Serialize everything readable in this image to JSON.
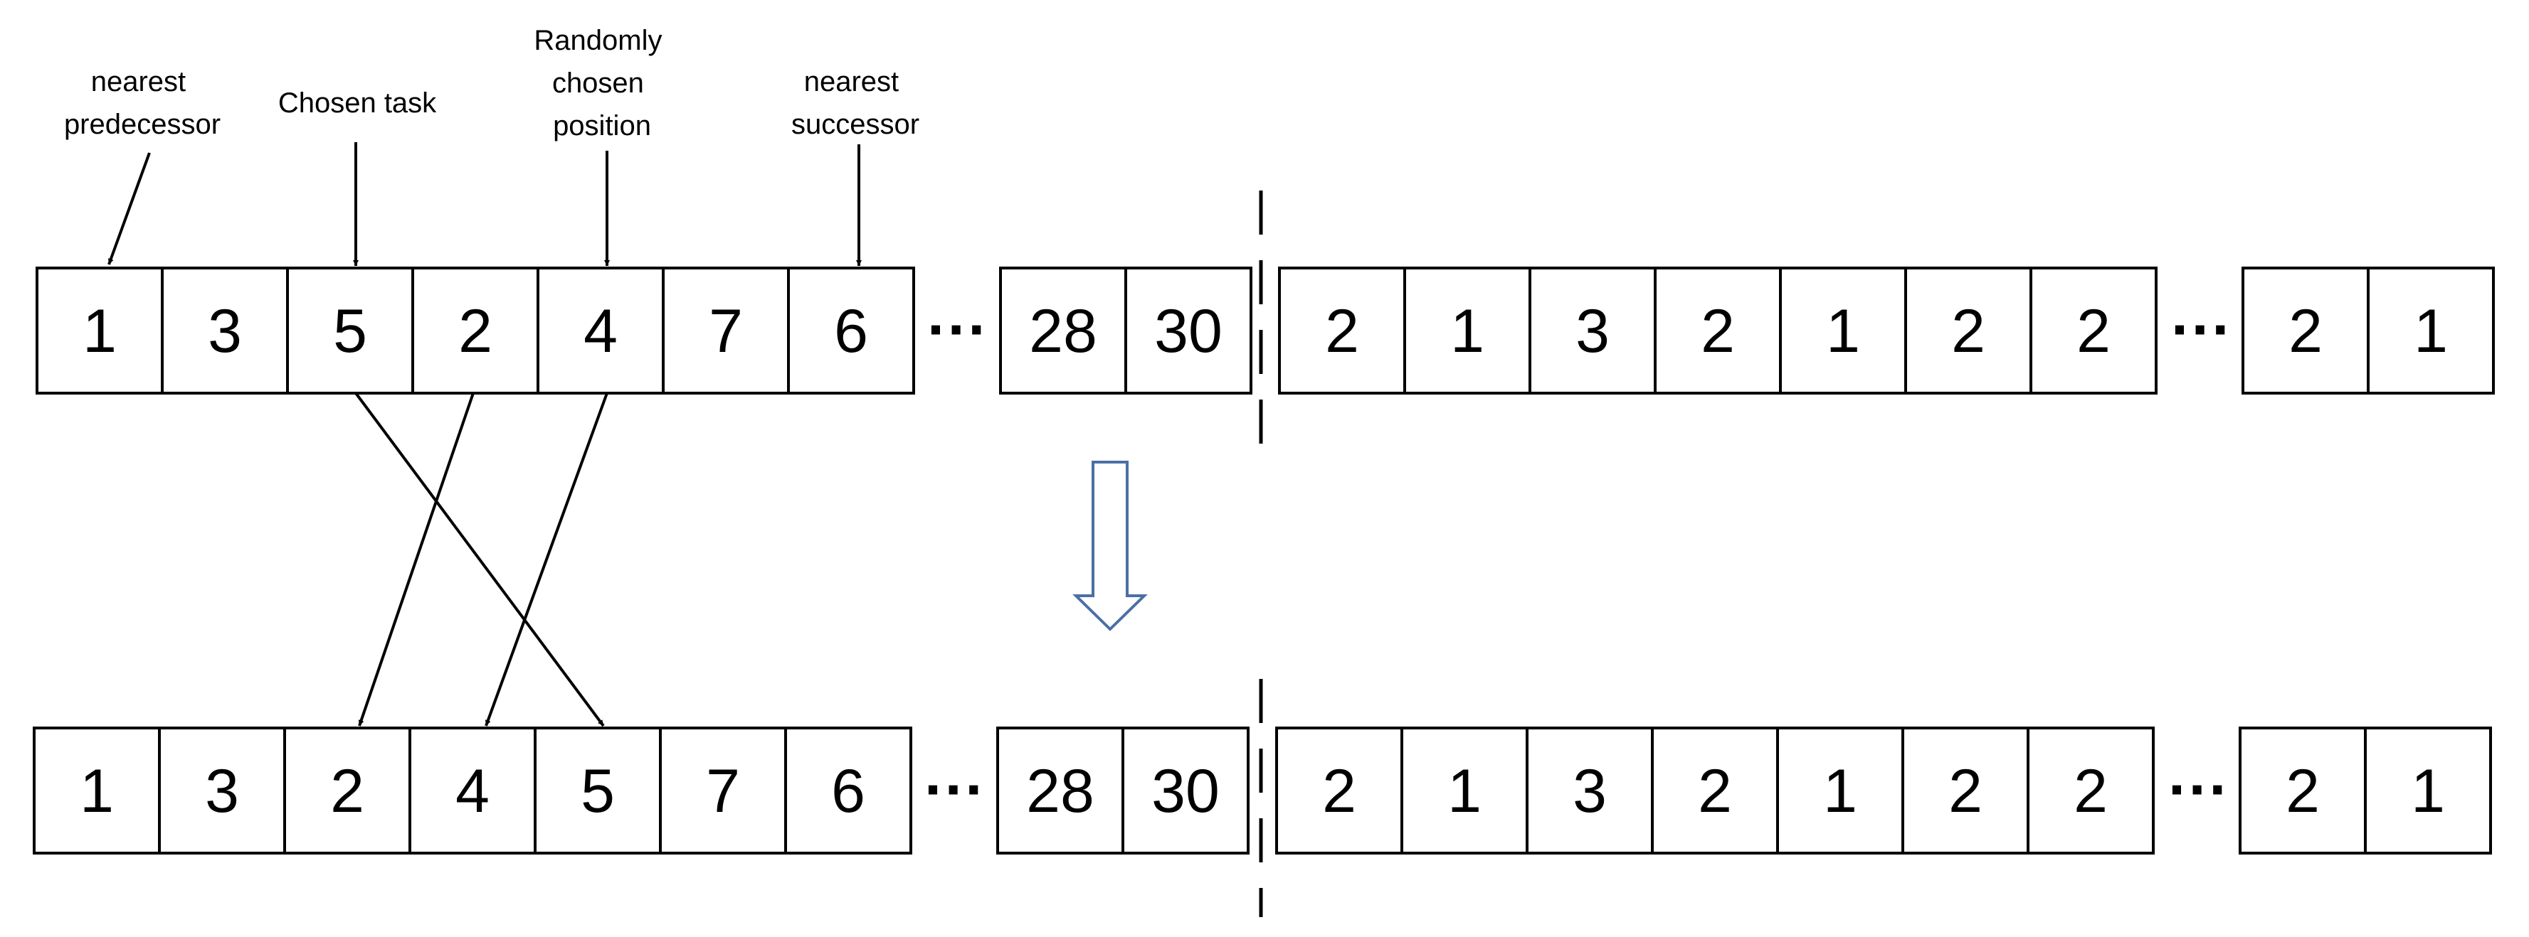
{
  "annotations": {
    "nearest_predecessor": [
      "nearest",
      "predecessor"
    ],
    "chosen_task": [
      "Chosen task"
    ],
    "randomly_chosen_position": [
      "Randomly",
      "chosen",
      "position"
    ],
    "nearest_successor": [
      "nearest",
      "successor"
    ]
  },
  "ellipsis": "···",
  "top_row": {
    "task_sequence": [
      "1",
      "3",
      "5",
      "2",
      "4",
      "7",
      "6"
    ],
    "task_tail": [
      "28",
      "30"
    ],
    "machine_sequence": [
      "2",
      "1",
      "3",
      "2",
      "1",
      "2",
      "2"
    ],
    "machine_tail": [
      "2",
      "1"
    ]
  },
  "bottom_row": {
    "task_sequence": [
      "1",
      "3",
      "2",
      "4",
      "5",
      "7",
      "6"
    ],
    "task_tail": [
      "28",
      "30"
    ],
    "machine_sequence": [
      "2",
      "1",
      "3",
      "2",
      "1",
      "2",
      "2"
    ],
    "machine_tail": [
      "2",
      "1"
    ]
  },
  "colors": {
    "transition_arrow_outline": "#4a6fa5"
  }
}
